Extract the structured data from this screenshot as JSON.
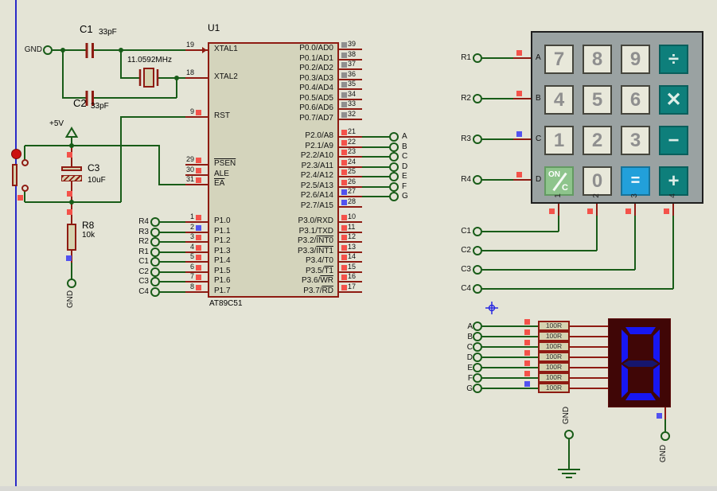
{
  "chip": {
    "ref": "U1",
    "part": "AT89C51",
    "left_pins": [
      {
        "num": "19",
        "label": "XTAL1"
      },
      {
        "num": "18",
        "label": "XTAL2"
      },
      {
        "num": "9",
        "label": "RST",
        "square": "red"
      },
      {
        "num": "29",
        "label": "PSEN",
        "overline": true,
        "square": "red"
      },
      {
        "num": "30",
        "label": "ALE",
        "square": "red"
      },
      {
        "num": "31",
        "label": "EA",
        "overline": true,
        "square": "red"
      }
    ],
    "p1_pins": [
      {
        "num": "1",
        "label": "P1.0",
        "square": "red",
        "terminal": "R4"
      },
      {
        "num": "2",
        "label": "P1.1",
        "square": "blue",
        "terminal": "R3"
      },
      {
        "num": "3",
        "label": "P1.2",
        "square": "red",
        "terminal": "R2"
      },
      {
        "num": "4",
        "label": "P1.3",
        "square": "red",
        "terminal": "R1"
      },
      {
        "num": "5",
        "label": "P1.4",
        "square": "red",
        "terminal": "C1"
      },
      {
        "num": "6",
        "label": "P1.5",
        "square": "red",
        "terminal": "C2"
      },
      {
        "num": "7",
        "label": "P1.6",
        "square": "red",
        "terminal": "C3"
      },
      {
        "num": "8",
        "label": "P1.7",
        "square": "red",
        "terminal": "C4"
      }
    ],
    "p0_pins": [
      {
        "num": "39",
        "label": "P0.0/AD0",
        "square": "gray"
      },
      {
        "num": "38",
        "label": "P0.1/AD1",
        "square": "gray"
      },
      {
        "num": "37",
        "label": "P0.2/AD2",
        "square": "gray"
      },
      {
        "num": "36",
        "label": "P0.3/AD3",
        "square": "gray"
      },
      {
        "num": "35",
        "label": "P0.4/AD4",
        "square": "gray"
      },
      {
        "num": "34",
        "label": "P0.5/AD5",
        "square": "gray"
      },
      {
        "num": "33",
        "label": "P0.6/AD6",
        "square": "gray"
      },
      {
        "num": "32",
        "label": "P0.7/AD7",
        "square": "gray"
      }
    ],
    "p2_pins": [
      {
        "num": "21",
        "label": "P2.0/A8",
        "square": "red",
        "terminal": "A"
      },
      {
        "num": "22",
        "label": "P2.1/A9",
        "square": "red",
        "terminal": "B"
      },
      {
        "num": "23",
        "label": "P2.2/A10",
        "square": "red",
        "terminal": "C"
      },
      {
        "num": "24",
        "label": "P2.3/A11",
        "square": "red",
        "terminal": "D"
      },
      {
        "num": "25",
        "label": "P2.4/A12",
        "square": "red",
        "terminal": "E"
      },
      {
        "num": "26",
        "label": "P2.5/A13",
        "square": "red",
        "terminal": "F"
      },
      {
        "num": "27",
        "label": "P2.6/A14",
        "square": "blue",
        "terminal": "G"
      },
      {
        "num": "28",
        "label": "P2.7/A15",
        "square": "blue"
      }
    ],
    "p3_pins": [
      {
        "num": "10",
        "label": "P3.0/RXD",
        "square": "red"
      },
      {
        "num": "11",
        "label": "P3.1/TXD",
        "square": "red"
      },
      {
        "num": "12",
        "pre": "P3.2/",
        "ov": "INT0",
        "square": "red"
      },
      {
        "num": "13",
        "pre": "P3.3/",
        "ov": "INT1",
        "square": "red"
      },
      {
        "num": "14",
        "label": "P3.4/T0",
        "square": "red"
      },
      {
        "num": "15",
        "pre": "P3.5/",
        "ov": "T1",
        "square": "red"
      },
      {
        "num": "16",
        "pre": "P3.6/",
        "ov": "WR",
        "square": "red"
      },
      {
        "num": "17",
        "pre": "P3.7/",
        "ov": "RD",
        "square": "red"
      }
    ]
  },
  "oscillator": {
    "gnd_label": "GND",
    "c1_ref": "C1",
    "c1_val": "33pF",
    "c2_ref": "C2",
    "c2_val": "33pF",
    "crystal_val": "11.0592MHz"
  },
  "reset": {
    "vcc": "+5V",
    "c3_ref": "C3",
    "c3_val": "10uF",
    "r8_ref": "R8",
    "r8_val": "10k",
    "gnd_label": "GND"
  },
  "keypad": {
    "rows": [
      {
        "terminal": "R1",
        "pin": "A",
        "square": "red"
      },
      {
        "terminal": "R2",
        "pin": "B",
        "square": "red"
      },
      {
        "terminal": "R3",
        "pin": "C",
        "square": "blue"
      },
      {
        "terminal": "R4",
        "pin": "D",
        "square": "red"
      }
    ],
    "cols": [
      {
        "pin": "1",
        "terminal": "C1"
      },
      {
        "pin": "2",
        "terminal": "C2"
      },
      {
        "pin": "3",
        "terminal": "C3"
      },
      {
        "pin": "4",
        "terminal": "C4"
      }
    ],
    "buttons": [
      [
        {
          "label": "7",
          "type": "num"
        },
        {
          "label": "8",
          "type": "num"
        },
        {
          "label": "9",
          "type": "num"
        },
        {
          "label": "÷",
          "type": "op"
        }
      ],
      [
        {
          "label": "4",
          "type": "num"
        },
        {
          "label": "5",
          "type": "num"
        },
        {
          "label": "6",
          "type": "num"
        },
        {
          "label": "✕",
          "type": "op"
        }
      ],
      [
        {
          "label": "1",
          "type": "num"
        },
        {
          "label": "2",
          "type": "num"
        },
        {
          "label": "3",
          "type": "num"
        },
        {
          "label": "−",
          "type": "op"
        }
      ],
      [
        {
          "label": "ON/C",
          "type": "onc"
        },
        {
          "label": "0",
          "type": "num"
        },
        {
          "label": "=",
          "type": "eq"
        },
        {
          "label": "+",
          "type": "op"
        }
      ]
    ]
  },
  "display_section": {
    "rows": [
      {
        "terminal": "A",
        "square": "red",
        "res": "100R"
      },
      {
        "terminal": "B",
        "square": "red",
        "res": "100R"
      },
      {
        "terminal": "C",
        "square": "red",
        "res": "100R"
      },
      {
        "terminal": "D",
        "square": "red",
        "res": "100R"
      },
      {
        "terminal": "E",
        "square": "red",
        "res": "100R"
      },
      {
        "terminal": "F",
        "square": "red",
        "res": "100R"
      },
      {
        "terminal": "G",
        "square": "blue",
        "res": "100R"
      }
    ],
    "gnd_left": "GND",
    "gnd_right": "GND",
    "shown_digit": "0"
  },
  "colors": {
    "wire": "#185c18",
    "pin": "#8e1b12",
    "square_red": "#f4524a",
    "square_blue": "#5252f0",
    "square_gray": "#8f8f8f",
    "segment_on": "#1717f2",
    "segment_dim": "#16166e"
  }
}
